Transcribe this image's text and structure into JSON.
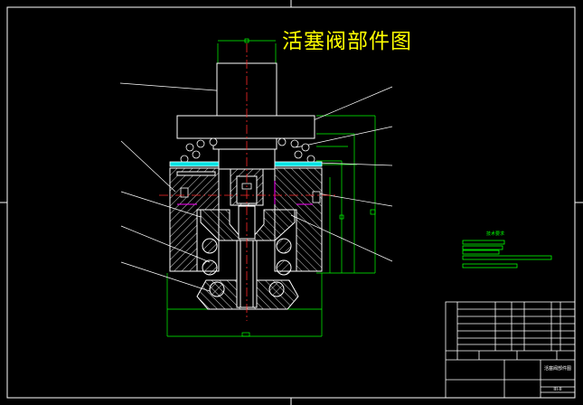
{
  "drawing": {
    "title": "活塞阀部件图",
    "notes_title": "技术要求",
    "title_block_name": "活塞阀部件图",
    "title_block_number": "III-II"
  },
  "colors": {
    "background": "#000000",
    "frame": "#ffffff",
    "title": "#ffff00",
    "dimension": "#00ff00",
    "hatch": "#ffffff",
    "part_fill": "#00e5e5",
    "center_line": "#ff2a2a",
    "highlight": "#ff00ff"
  }
}
